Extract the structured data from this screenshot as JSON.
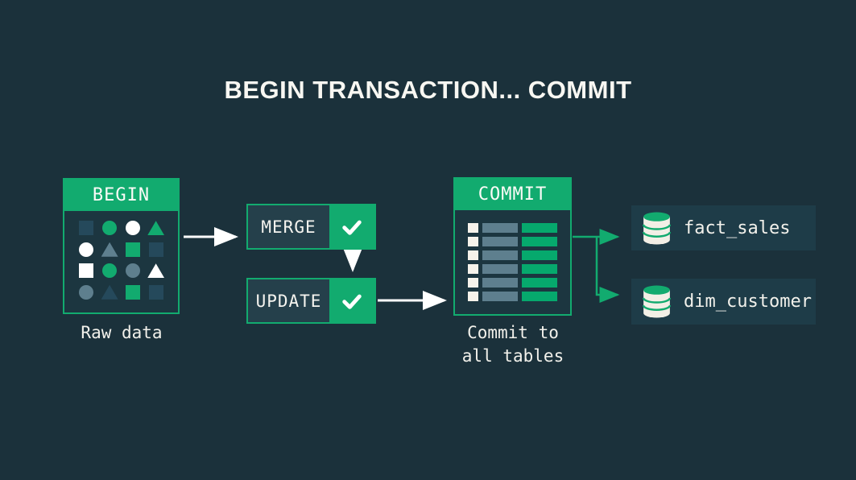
{
  "title": "BEGIN TRANSACTION... COMMIT",
  "colors": {
    "background": "#1B313B",
    "panel_body": "#1C3640",
    "pill_dark": "#25404B",
    "db_box": "#1E3C48",
    "green": "#12AB6F",
    "green_bright": "#06A96D",
    "white": "#FFFFFF",
    "off_white": "#F6F3EB",
    "slate": "#5E7F8E",
    "dark_shape": "#25495B",
    "text": "#F2F1EB"
  },
  "begin_box": {
    "header": "BEGIN",
    "caption": "Raw data",
    "shapes": [
      {
        "shape": "square",
        "color": "dark_shape"
      },
      {
        "shape": "circle",
        "color": "green"
      },
      {
        "shape": "circle",
        "color": "white"
      },
      {
        "shape": "triangle",
        "color": "green"
      },
      {
        "shape": "circle",
        "color": "white"
      },
      {
        "shape": "triangle",
        "color": "slate"
      },
      {
        "shape": "square",
        "color": "green"
      },
      {
        "shape": "square",
        "color": "dark_shape"
      },
      {
        "shape": "square",
        "color": "white"
      },
      {
        "shape": "circle",
        "color": "green"
      },
      {
        "shape": "circle",
        "color": "slate"
      },
      {
        "shape": "triangle",
        "color": "white"
      },
      {
        "shape": "circle",
        "color": "slate"
      },
      {
        "shape": "triangle",
        "color": "dark_shape"
      },
      {
        "shape": "square",
        "color": "green"
      },
      {
        "shape": "square",
        "color": "dark_shape"
      }
    ]
  },
  "steps": [
    {
      "label": "MERGE"
    },
    {
      "label": "UPDATE"
    }
  ],
  "commit_box": {
    "header": "COMMIT",
    "caption_line1": "Commit to",
    "caption_line2": "all tables",
    "row_count": 6
  },
  "tables": [
    {
      "name": "fact_sales"
    },
    {
      "name": "dim_customer"
    }
  ]
}
